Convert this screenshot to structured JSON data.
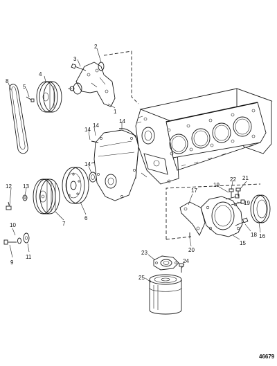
{
  "diagram": {
    "reference_number": "46679",
    "callouts": [
      "1",
      "2",
      "3",
      "4",
      "5",
      "6",
      "7",
      "8",
      "9",
      "10",
      "11",
      "12",
      "13",
      "14",
      "14",
      "14",
      "15",
      "16",
      "17",
      "18",
      "19",
      "19",
      "20",
      "21",
      "22",
      "23",
      "24",
      "25"
    ]
  }
}
